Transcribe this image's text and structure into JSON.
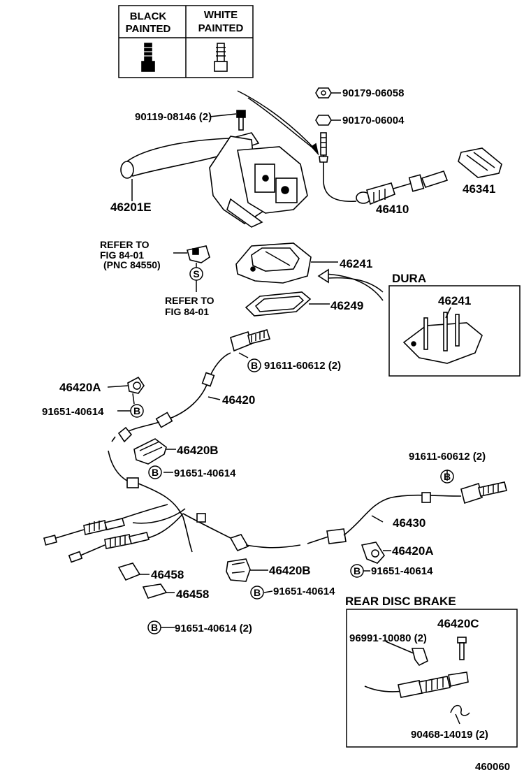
{
  "legend": {
    "black_label_1": "BLACK",
    "black_label_2": "PAINTED",
    "white_label_1": "WHITE",
    "white_label_2": "PAINTED"
  },
  "callouts": {
    "c_90179": "90179-06058",
    "c_90170": "90170-06004",
    "c_90119": "90119-08146 (2)",
    "c_46201e": "46201E",
    "c_46410": "46410",
    "c_46341": "46341",
    "c_refer1_a": "REFER TO",
    "c_refer1_b": "FIG 84-01",
    "c_refer1_c": "(PNC 84550)",
    "c_refer2_a": "REFER TO",
    "c_refer2_b": "FIG 84-01",
    "c_46241": "46241",
    "c_46249": "46249",
    "c_dura_title": "DURA",
    "c_dura_46241": "46241",
    "c_91611_a": "91611-60612 (2)",
    "c_46420a_1": "46420A",
    "c_91651_a": "91651-40614",
    "c_46420": "46420",
    "c_46420b_1": "46420B",
    "c_91651_b": "91651-40614",
    "c_91611_b": "91611-60612 (2)",
    "c_46430": "46430",
    "c_46420a_2": "46420A",
    "c_91651_c": "91651-40614",
    "c_46458_1": "46458",
    "c_46420b_2": "46420B",
    "c_46458_2": "46458",
    "c_91651_d": "91651-40614",
    "c_91651_e": "91651-40614 (2)",
    "c_rdb_title": "REAR DISC BRAKE",
    "c_46420c": "46420C",
    "c_96991": "96991-10080 (2)",
    "c_90468": "90468-14019 (2)",
    "c_figno": "460060"
  },
  "symbols": {
    "s": "S",
    "b": "B"
  }
}
